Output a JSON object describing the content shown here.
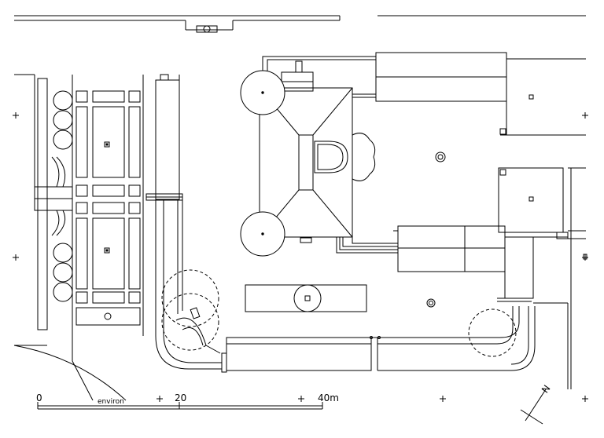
{
  "plan": {
    "scale_bar": {
      "tick_labels": [
        "0",
        "20",
        "40m"
      ],
      "caption": "environ"
    },
    "north_arrow_label": "N",
    "colors": {
      "ink": "#000000",
      "paper": "#ffffff"
    }
  }
}
